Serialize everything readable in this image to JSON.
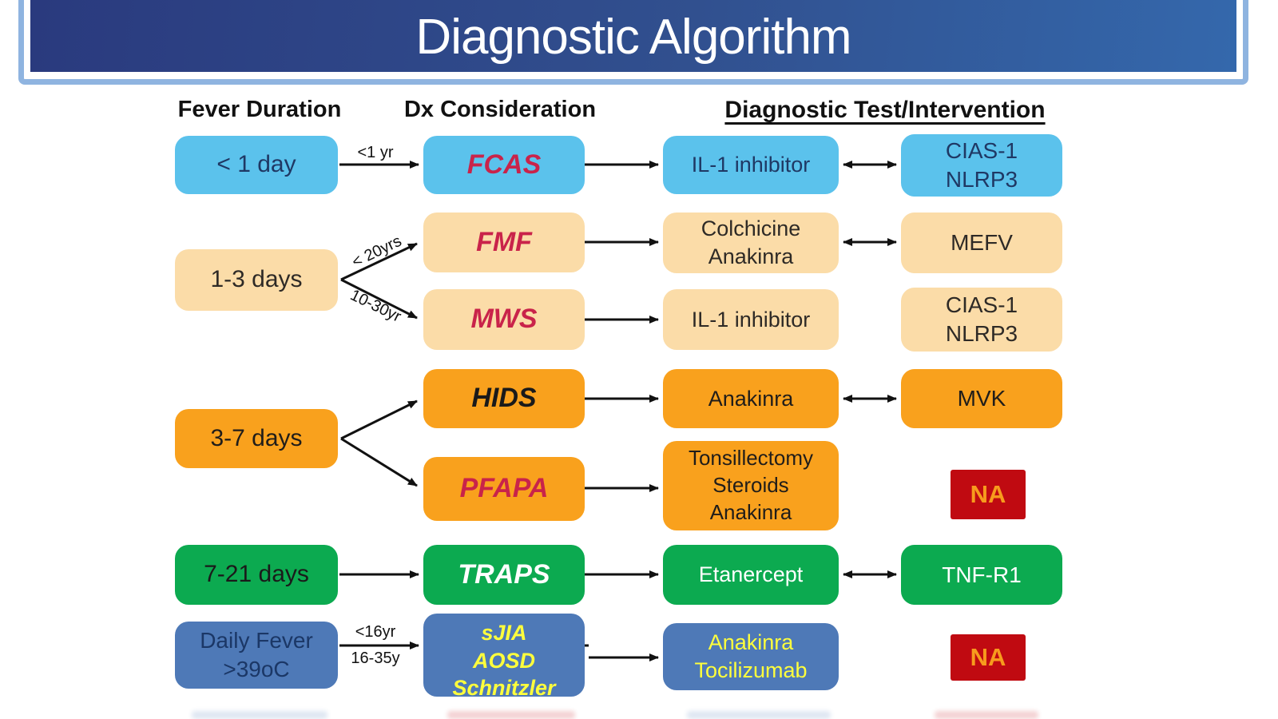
{
  "title": "Diagnostic Algorithm",
  "headers": {
    "fever_duration": "Fever Duration",
    "dx_consideration": "Dx Consideration",
    "diagnostic_test": "Diagnostic Test/Intervention"
  },
  "arrow_labels": {
    "fcas_age": "<1 yr",
    "fmf_age": "< 20yrs",
    "mws_age": "10-30yr",
    "sjia_age_upper": "<16yr",
    "sjia_age_lower": "16-35y"
  },
  "nodes": {
    "lt_1_day": "< 1 day",
    "d_1_3": "1-3 days",
    "d_3_7": "3-7 days",
    "d_7_21": "7-21 days",
    "daily_fever": [
      "Daily Fever",
      ">39oC"
    ],
    "fcas": "FCAS",
    "fmf": "FMF",
    "mws": "MWS",
    "hids": "HIDS",
    "pfapa": "PFAPA",
    "traps": "TRAPS",
    "sjia_group": [
      "sJIA",
      "AOSD",
      "Schnitzler"
    ],
    "il1_inhibitor_fcas": "IL-1 inhibitor",
    "colchicine_anakinra": [
      "Colchicine",
      "Anakinra"
    ],
    "il1_inhibitor_mws": "IL-1 inhibitor",
    "anakinra": "Anakinra",
    "tonsillectomy": [
      "Tonsillectomy",
      "Steroids",
      "Anakinra"
    ],
    "etanercept": "Etanercept",
    "anakinra_tocilizumab": [
      "Anakinra",
      "Tocilizumab"
    ],
    "cias1_nlrp3_fcas": [
      "CIAS-1",
      "NLRP3"
    ],
    "mefv": "MEFV",
    "cias1_nlrp3_mws": [
      "CIAS-1",
      "NLRP3"
    ],
    "mvk": "MVK",
    "na_pfapa": "NA",
    "tnf_r1": "TNF-R1",
    "na_sjia": "NA"
  },
  "colors": {
    "sky_blue": "#5BC2EC",
    "peach": "#FBDCA8",
    "orange": "#F9A11D",
    "green": "#0CAA50",
    "steel_blue": "#4E79B7",
    "dark_red": "#C00A11",
    "na_text": "#F79B1D",
    "crimson_dx_text": "#C9234A",
    "navy_text": "#1F3864",
    "yellow_text": "#FFFF3C",
    "banner_dark": "#2A3A7E",
    "banner_light": "#3468AC",
    "banner_border": "#8FB4E0"
  }
}
